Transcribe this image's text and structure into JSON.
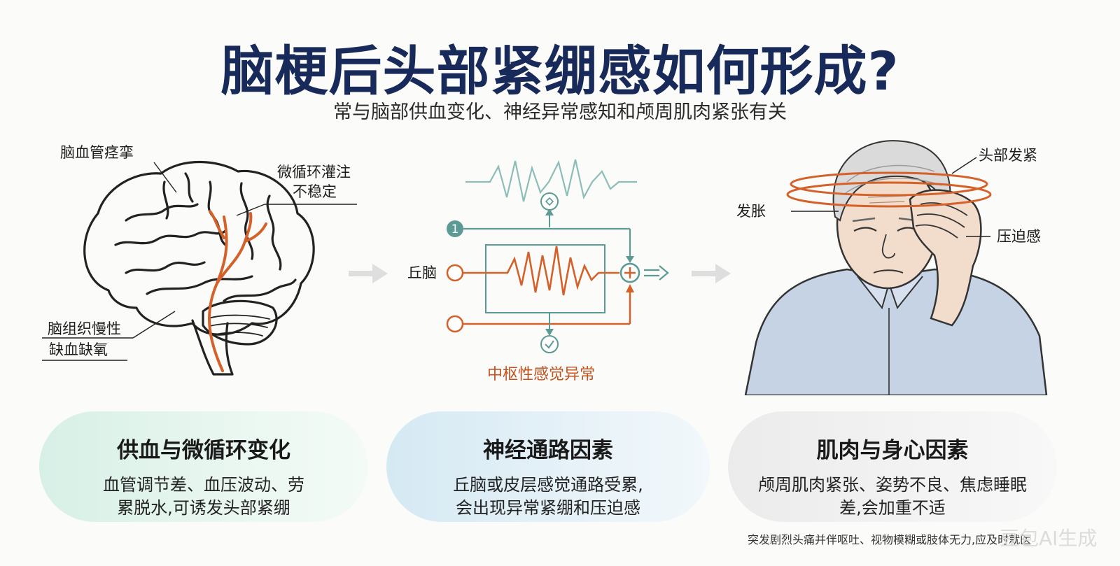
{
  "title": "脑梗后头部紧绷感如何形成?",
  "subtitle": "常与脑部供血变化、神经异常感知和颅周肌肉紧张有关",
  "left_panel": {
    "labels": {
      "vessel_spasm": "脑血管痉挛",
      "microcirculation_1": "微循环灌注",
      "microcirculation_2": "不稳定",
      "ischemia_1": "脑组织慢性",
      "ischemia_2": "缺血缺氧"
    }
  },
  "center_panel": {
    "thalamus_label": "丘脑",
    "node_number": "1",
    "caption": "中枢性感觉异常"
  },
  "right_panel": {
    "labels": {
      "tight": "头部发紧",
      "swelling": "发胀",
      "pressure": "压迫感"
    }
  },
  "cards": [
    {
      "title": "供血与微循环变化",
      "line1": "血管调节差、血压波动、劳",
      "line2": "累脱水,可诱发头部紧绷"
    },
    {
      "title": "神经通路因素",
      "line1": "丘脑或皮层感觉通路受累,",
      "line2": "会出现异常紧绷和压迫感"
    },
    {
      "title": "肌肉与身心因素",
      "line1": "颅周肌肉紧张、姿势不良、焦虑睡眠",
      "line2": "差,会加重不适"
    }
  ],
  "footnote": "突发剧烈头痛并伴呕吐、视物模糊或肢体无力,应及时就医",
  "watermark": "豆包AI生成",
  "colors": {
    "title": "#172a5a",
    "orange": "#d4612a",
    "teal": "#5b9a95",
    "card1": "#d7f0e6",
    "card2": "#d5e9f3",
    "card3": "#ebebeb"
  }
}
